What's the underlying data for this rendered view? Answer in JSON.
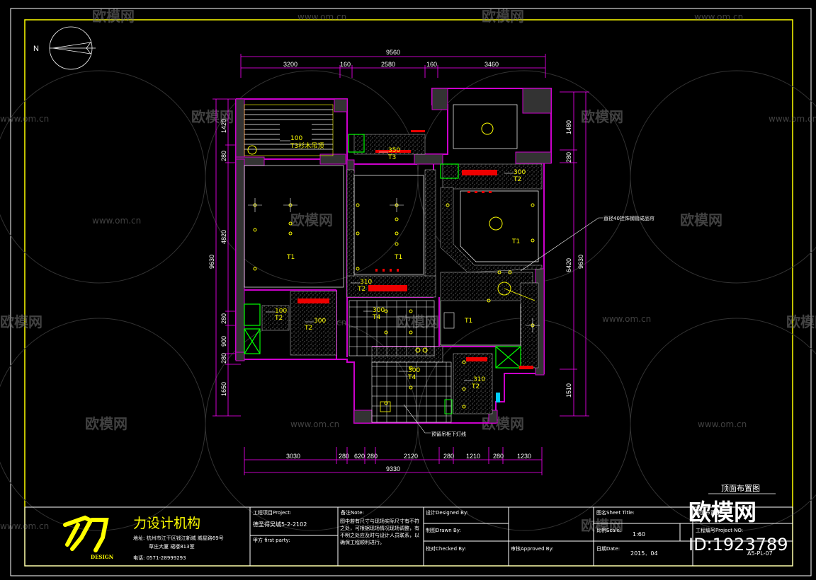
{
  "drawing": {
    "north_label": "N",
    "overall_width_top": "9560",
    "top_dims": [
      "3200",
      "160",
      "2580",
      "160",
      "3460"
    ],
    "overall_width_bottom": "9330",
    "bottom_dims": [
      "3030",
      "280",
      "620",
      "280",
      "2120",
      "280",
      "1210",
      "280",
      "1230"
    ],
    "left_overall": "9630",
    "left_dims": [
      "1420",
      "280",
      "4820",
      "280",
      "900",
      "280",
      "1650"
    ],
    "right_overall": "9630",
    "right_dims": [
      "1480",
      "280",
      "6420",
      "1510"
    ],
    "ceiling_tags": [
      {
        "height": "100",
        "code": "T3"
      },
      {
        "height": "350",
        "code": "T3"
      },
      {
        "height": "300",
        "code": "T2"
      },
      {
        "height": "310",
        "code": "T2"
      },
      {
        "height": "100",
        "code": "T2"
      },
      {
        "height": "300",
        "code": "T2"
      },
      {
        "height": "300",
        "code": "T4"
      },
      {
        "height": "300",
        "code": "T4"
      },
      {
        "height": "310",
        "code": "T2"
      }
    ],
    "room_codes": [
      "T1",
      "T1",
      "T1",
      "T1"
    ],
    "balcony_note": "T3杉木吊顶",
    "note_curtain": "直径40挂饰钢管成品帘",
    "note_light": "预留吊柜下灯线",
    "sheet_title": "顶面布置图"
  },
  "watermarks": {
    "brand": "欧模网",
    "url": "www.om.cn",
    "id": "ID:1923789"
  },
  "title_block": {
    "company": "力设计机构",
    "logo_text": "DESIGN",
    "address": "地址: 杭州市江干区钱江新城 城星路69号",
    "address2": "草庄大厦 裙楼813室",
    "phone": "电话: 0571-28999293",
    "project_label": "工程项目Project:",
    "project_value": "德圣得吴城5-2-2102",
    "party_label": "甲方 first party:",
    "note_label": "备注Note:",
    "note_text": "图中若有尺寸与现场实际尺寸有不符之处，可根据现场情况现场调整，有不明之处应及时与设计人员联系，以确保工程顺利进行。",
    "design_label": "设计Designed By:",
    "drawn_label": "制图Drawn By:",
    "checked_label": "校对Checked By:",
    "approved_label": "审核Approved By:",
    "sheet_title_label": "图名Sheet Title:",
    "sheet_title_value": "顶面布置图",
    "scale_label": "比例Scale:",
    "scale_value": "1:60",
    "project_no_label": "工程编号Project NO:",
    "date_label": "日期Date:",
    "date_value": "2015．04",
    "drawing_no": "A5-PL-07"
  }
}
